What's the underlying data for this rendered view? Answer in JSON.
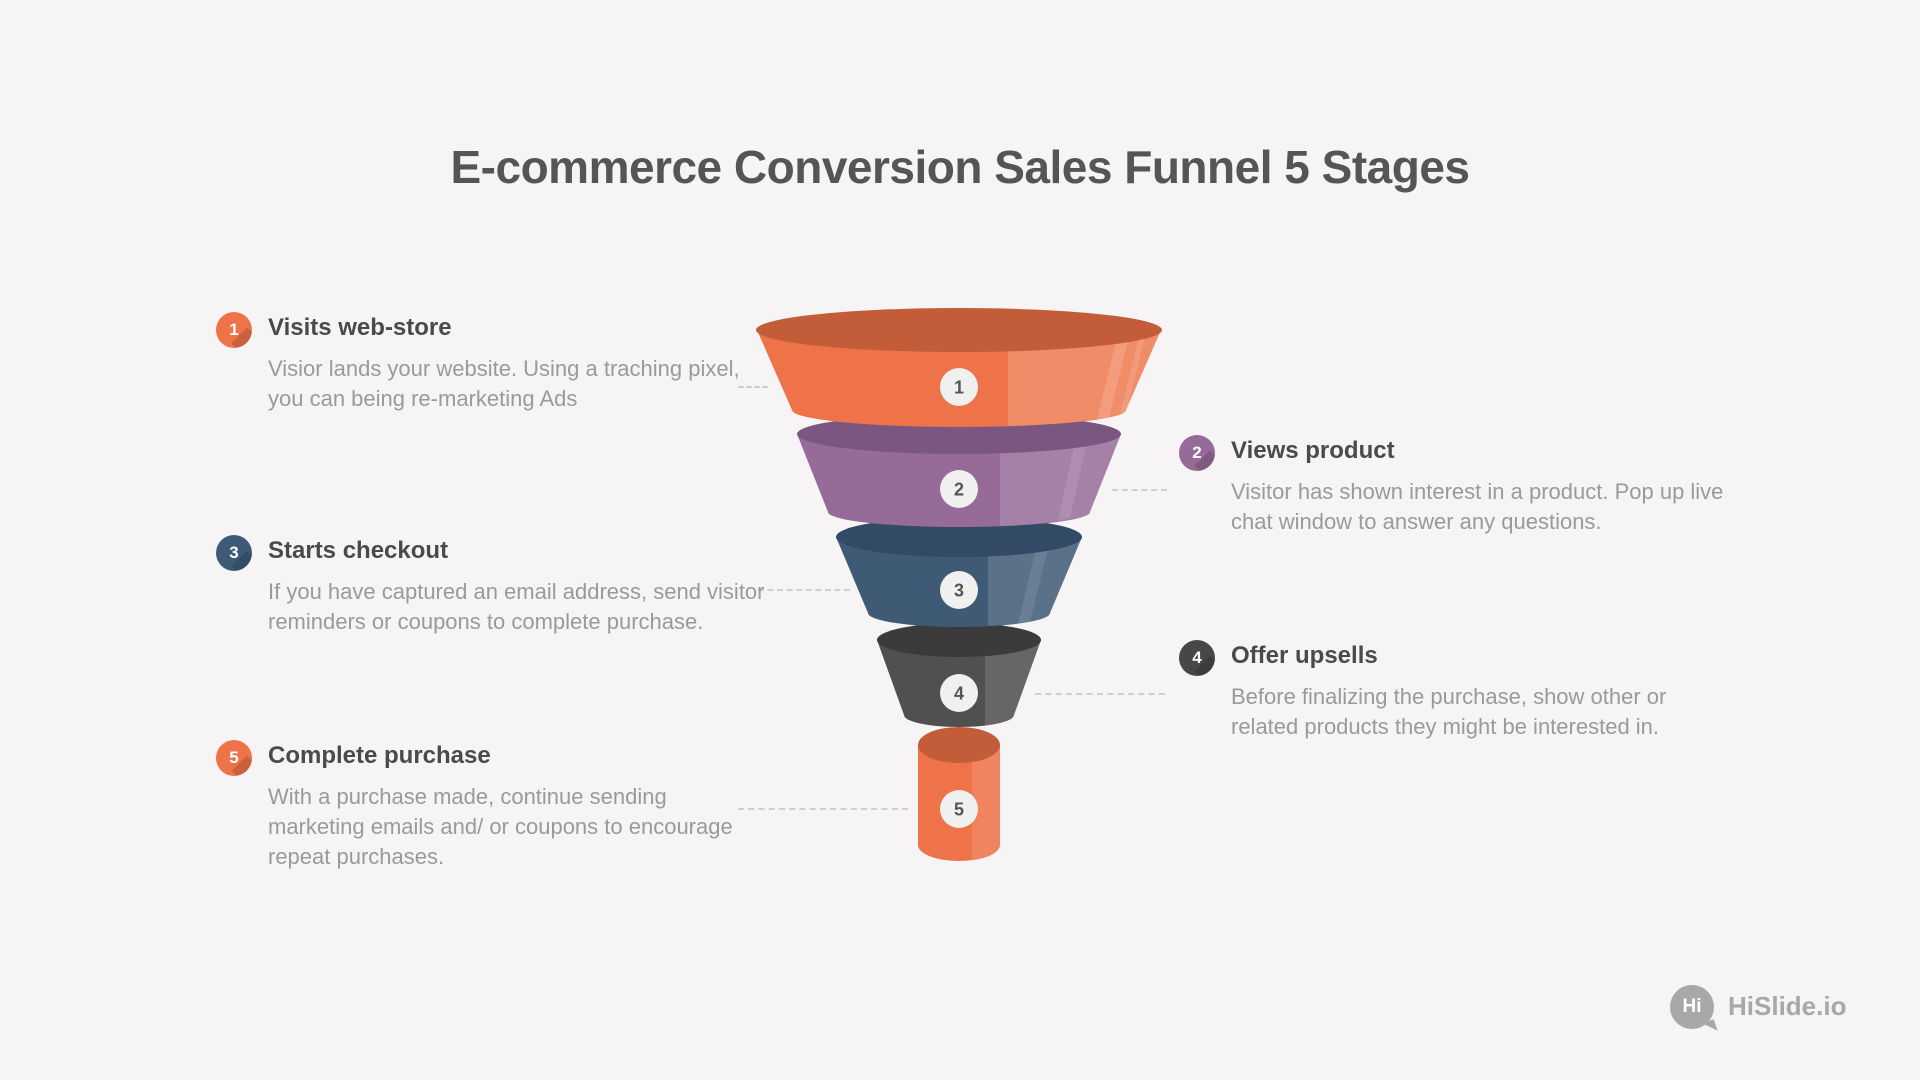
{
  "title": "E-commerce Conversion Sales Funnel 5 Stages",
  "stages": [
    {
      "number": "1",
      "heading": "Visits web-store",
      "description": "Visior lands your website. Using a traching pixel, you can being re-marketing Ads",
      "color": "#ee7348"
    },
    {
      "number": "2",
      "heading": "Views product",
      "description": "Visitor has shown interest in a product. Pop up live chat window to answer any questions.",
      "color": "#966b98"
    },
    {
      "number": "3",
      "heading": "Starts checkout",
      "description": "If you have captured an email address, send visitor reminders or coupons to complete purchase.",
      "color": "#3d5b77"
    },
    {
      "number": "4",
      "heading": "Offer upsells",
      "description": "Before finalizing the purchase, show other or related products they might be interested in.",
      "color": "#474747"
    },
    {
      "number": "5",
      "heading": "Complete purchase",
      "description": "With a purchase made, continue sending marketing emails and/ or coupons to encourage repeat purchases.",
      "color": "#ee7348"
    }
  ],
  "logo": {
    "badge": "Hi",
    "name": "HiSlide.io"
  }
}
